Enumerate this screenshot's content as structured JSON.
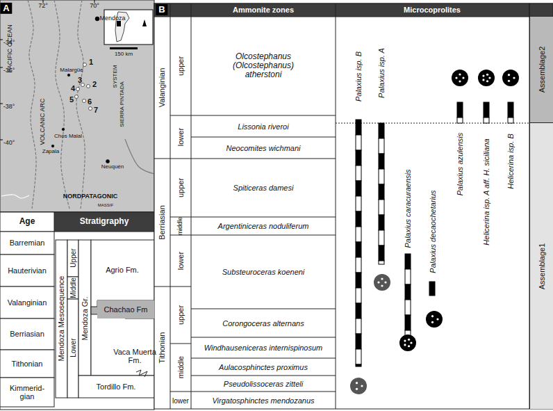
{
  "diagram": {
    "nodes": [
      {
        "text": [
          "Assemblage2"
        ]
      },
      {
        "text": [
          "Assemblage1"
        ]
      },
      {
        "text": [
          "Chachao Fm"
        ]
      }
    ],
    "labels": [
      "A",
      "72°",
      "70°",
      "-34°",
      "-36°",
      "-38°",
      "-40°",
      "Mendoza",
      "PACIFIC OCEAN",
      "VOLCANIC ARC",
      "SIERRA PINTADA",
      "SYSTEM",
      "150 km",
      "1",
      "2",
      "3",
      "4",
      "5",
      "6",
      "7",
      "Malargüe",
      "Chos Malal",
      "Zapala",
      "Neuquén",
      "NORDPATAGONIC",
      "MASSIF",
      "Age",
      "Stratigraphy",
      "Barremian",
      "Hauterivian",
      "Valanginian",
      "Berriasian",
      "Tithonian",
      "Kimmerid- gian",
      "Mendoza Mesosequence",
      "Upper",
      "Middle",
      "Lower",
      "Mendoza Gr.",
      "Agrio Fm.",
      "Vaca Muerta Fm.",
      "Tordillo Fm.",
      "B",
      "Ammonite zones",
      "Microcoprolites",
      "Valanginian",
      "Berriasian",
      "Tithonian",
      "upper",
      "lower",
      "upper",
      "middle",
      "lower",
      "upper",
      "middle",
      "lower",
      "Olcostephanus (Olcostephanus) atherstoni",
      "Lissonia riveroi",
      "Neocomites wichmani",
      "Spiticeras damesi",
      "Argentiniceras noduliferum",
      "Substeuroceras koeneni",
      "Corongoceras alternans",
      "Windhauseniceras internispinosum",
      "Aulacosphinctes proximus",
      "Pseudolissoceras zitteli",
      "Virgatosphinctes mendozanus",
      "Palaxius isp. B",
      "Palaxius isp. A",
      "Palaxius caracuraensis",
      "Palaxius decaochetarius",
      "Palaxius azulensis",
      "Helicerina isp. A aff. H. siciliana",
      "Helicerina isp. B"
    ]
  }
}
